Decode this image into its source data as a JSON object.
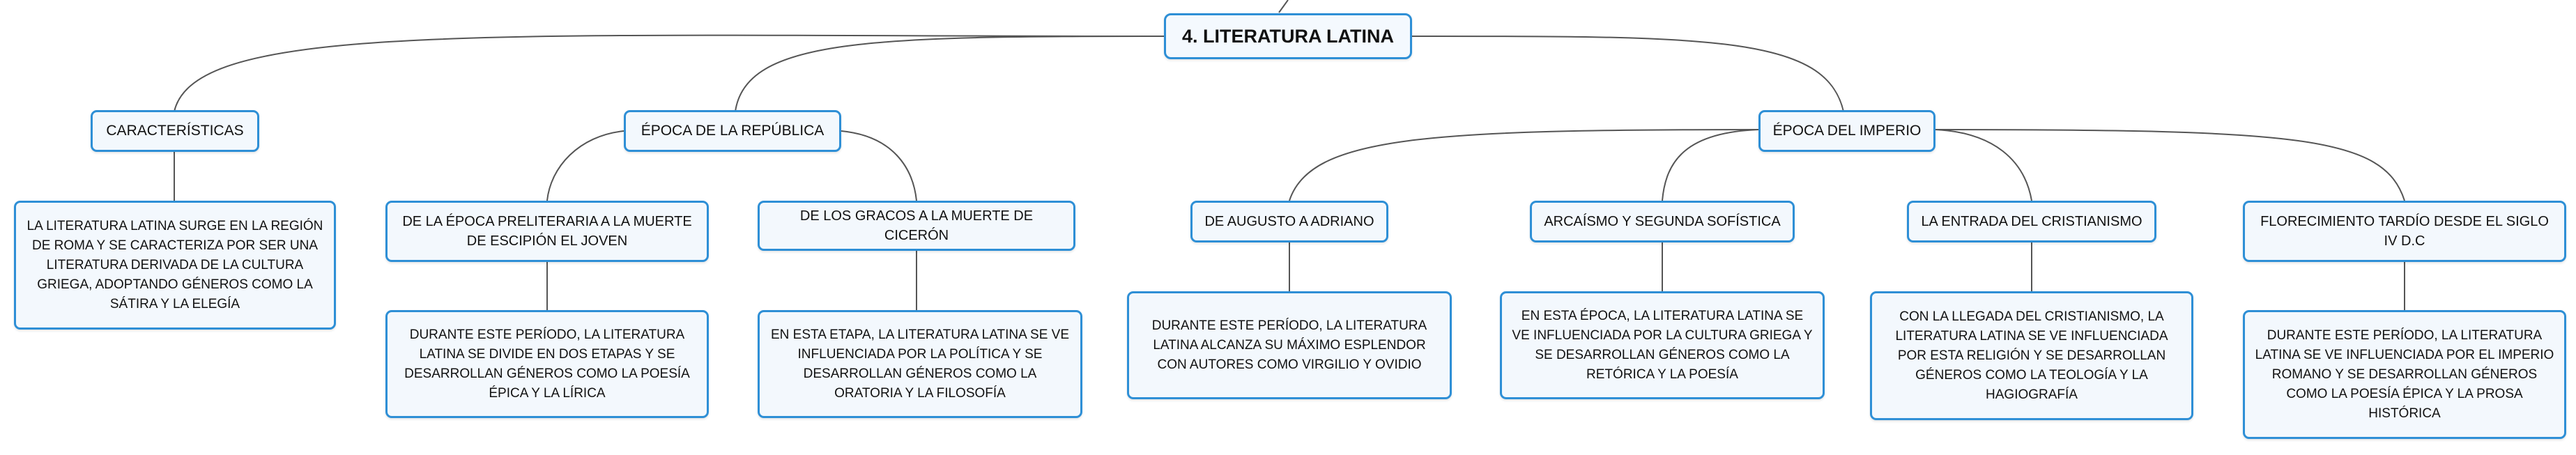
{
  "root": {
    "title": "4. LITERATURA LATINA"
  },
  "branches": [
    {
      "label": "CARACTERÍSTICAS",
      "description": "LA LITERATURA LATINA SURGE EN LA REGIÓN DE ROMA Y SE CARACTERIZA POR SER UNA LITERATURA DERIVADA DE LA CULTURA GRIEGA, ADOPTANDO GÉNEROS COMO LA SÁTIRA Y LA ELEGÍA"
    },
    {
      "label": "ÉPOCA DE LA REPÚBLICA",
      "children": [
        {
          "label": "DE LA ÉPOCA PRELITERARIA A LA MUERTE DE ESCIPIÓN EL JOVEN",
          "description": "DURANTE ESTE PERÍODO, LA LITERATURA LATINA SE DIVIDE EN DOS ETAPAS Y SE DESARROLLAN GÉNEROS COMO LA POESÍA ÉPICA Y LA LÍRICA"
        },
        {
          "label": "DE LOS GRACOS A LA MUERTE DE CICERÓN",
          "description": "EN ESTA ETAPA, LA LITERATURA LATINA SE VE INFLUENCIADA POR LA POLÍTICA Y SE DESARROLLAN GÉNEROS COMO LA ORATORIA Y LA FILOSOFÍA"
        }
      ]
    },
    {
      "label": "ÉPOCA DEL IMPERIO",
      "children": [
        {
          "label": "DE AUGUSTO A ADRIANO",
          "description": "DURANTE ESTE PERÍODO, LA LITERATURA LATINA ALCANZA SU MÁXIMO ESPLENDOR CON AUTORES COMO VIRGILIO Y OVIDIO"
        },
        {
          "label": "ARCAÍSMO Y SEGUNDA SOFÍSTICA",
          "description": "EN ESTA ÉPOCA, LA LITERATURA LATINA SE VE INFLUENCIADA POR LA CULTURA GRIEGA Y SE DESARROLLAN GÉNEROS COMO LA RETÓRICA Y LA POESÍA"
        },
        {
          "label": "LA ENTRADA DEL CRISTIANISMO",
          "description": "CON LA LLEGADA DEL CRISTIANISMO, LA LITERATURA LATINA SE VE INFLUENCIADA POR ESTA RELIGIÓN Y SE DESARROLLAN GÉNEROS COMO LA TEOLOGÍA Y LA HAGIOGRAFÍA"
        },
        {
          "label": "FLORECIMIENTO TARDÍO DESDE EL SIGLO IV D.C",
          "description": "DURANTE ESTE PERÍODO, LA LITERATURA LATINA SE VE INFLUENCIADA POR EL IMPERIO ROMANO Y SE DESARROLLAN GÉNEROS COMO LA POESÍA ÉPICA Y LA PROSA HISTÓRICA"
        }
      ]
    }
  ],
  "colors": {
    "node_border": "#2e8fd6",
    "node_fill": "#f3f8fd",
    "connector": "#555555",
    "text": "#111111"
  }
}
